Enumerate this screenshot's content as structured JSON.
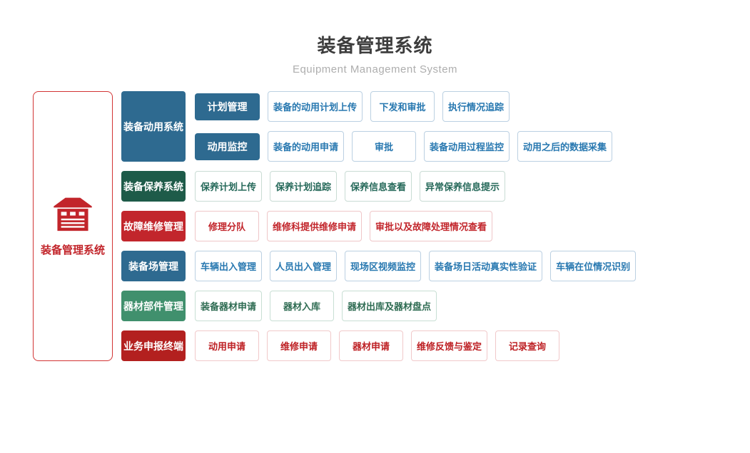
{
  "header": {
    "title": "装备管理系统",
    "subtitle": "Equipment Management System"
  },
  "root": {
    "label": "装备管理系统",
    "icon": "garage-icon",
    "accent_color": "#C2252B",
    "border_color": "#D23434"
  },
  "themes": {
    "blue": {
      "solid": "#2E6A90",
      "leaf_text": "#2878B0",
      "leaf_border": "#BBD0E2"
    },
    "deepgreen": {
      "solid": "#1E5B49",
      "leaf_text": "#26695A",
      "leaf_border": "#C9DCD4"
    },
    "red": {
      "solid": "#C2262C",
      "leaf_text": "#C2262C",
      "leaf_border": "#EFC6C8"
    },
    "green": {
      "solid": "#40906D",
      "leaf_text": "#2E6B52",
      "leaf_border": "#C8DFD4"
    },
    "darkred": {
      "solid": "#B3201F",
      "leaf_text": "#BE2125",
      "leaf_border": "#F1C9CA"
    }
  },
  "groups": [
    {
      "id": "equipment-mobilization",
      "label": "装备动用系统",
      "theme": "blue",
      "rows": [
        {
          "sub": "计划管理",
          "items": [
            "装备的动用计划上传",
            "下发和审批",
            "执行情况追踪"
          ]
        },
        {
          "sub": "动用监控",
          "items": [
            "装备的动用申请",
            "审批",
            "装备动用过程监控",
            "动用之后的数据采集"
          ]
        }
      ]
    },
    {
      "id": "equipment-maintenance",
      "label": "装备保养系统",
      "theme": "deepgreen",
      "rows": [
        {
          "sub": null,
          "items": [
            "保养计划上传",
            "保养计划追踪",
            "保养信息查看",
            "异常保养信息提示"
          ]
        }
      ]
    },
    {
      "id": "fault-repair",
      "label": "故障维修管理",
      "theme": "red",
      "rows": [
        {
          "sub": null,
          "items": [
            "修理分队",
            "维修科提供维修申请",
            "审批以及故障处理情况查看"
          ]
        }
      ]
    },
    {
      "id": "equipment-yard",
      "label": "装备场管理",
      "theme": "blue",
      "rows": [
        {
          "sub": null,
          "items": [
            "车辆出入管理",
            "人员出入管理",
            "现场区视频监控",
            "装备场日活动真实性验证",
            "车辆在位情况识别"
          ]
        }
      ]
    },
    {
      "id": "materiel-parts",
      "label": "器材部件管理",
      "theme": "green",
      "rows": [
        {
          "sub": null,
          "items": [
            "装备器材申请",
            "器材入库",
            "器材出库及器材盘点"
          ]
        }
      ]
    },
    {
      "id": "business-declaration",
      "label": "业务申报终端",
      "theme": "darkred",
      "rows": [
        {
          "sub": null,
          "items": [
            "动用申请",
            "维修申请",
            "器材申请",
            "维修反馈与鉴定",
            "记录查询"
          ]
        }
      ]
    }
  ]
}
